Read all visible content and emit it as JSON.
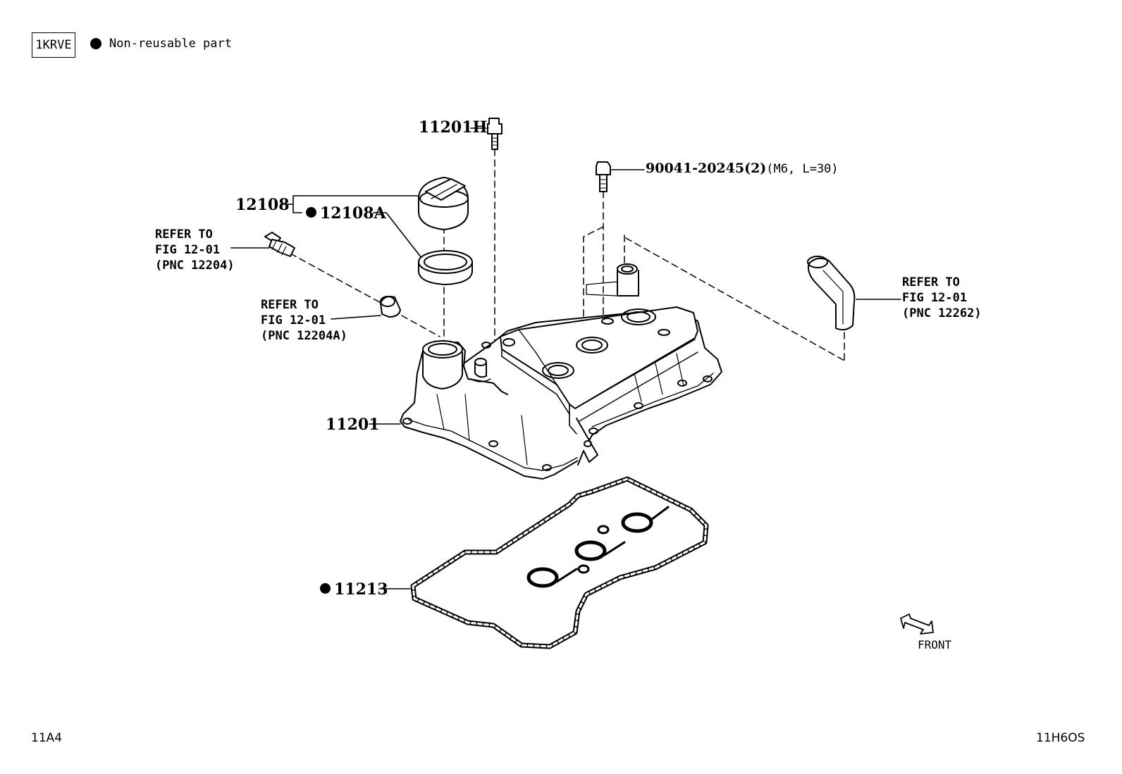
{
  "header": {
    "engine_code": "1KRVE",
    "legend_text": "Non-reusable part"
  },
  "parts": {
    "p11201H": "11201H",
    "p90041": "90041-20245(2)",
    "p90041_spec": "(M6, L=30)",
    "p12108": "12108",
    "p12108A": "12108A",
    "p11201": "11201",
    "p11213": "11213"
  },
  "refs": {
    "ref1": {
      "line1": "REFER TO",
      "line2": "FIG 12-01",
      "line3": "(PNC 12204)"
    },
    "ref2": {
      "line1": "REFER TO",
      "line2": "FIG 12-01",
      "line3": "(PNC 12204A)"
    },
    "ref3": {
      "line1": "REFER TO",
      "line2": "FIG 12-01",
      "line3": "(PNC 12262)"
    }
  },
  "front_label": "FRONT",
  "footer": {
    "left_code": "11A4",
    "right_code": "11H6OS"
  },
  "icons": {
    "non_reusable": "filled-circle-icon",
    "front": "front-arrow-icon"
  }
}
